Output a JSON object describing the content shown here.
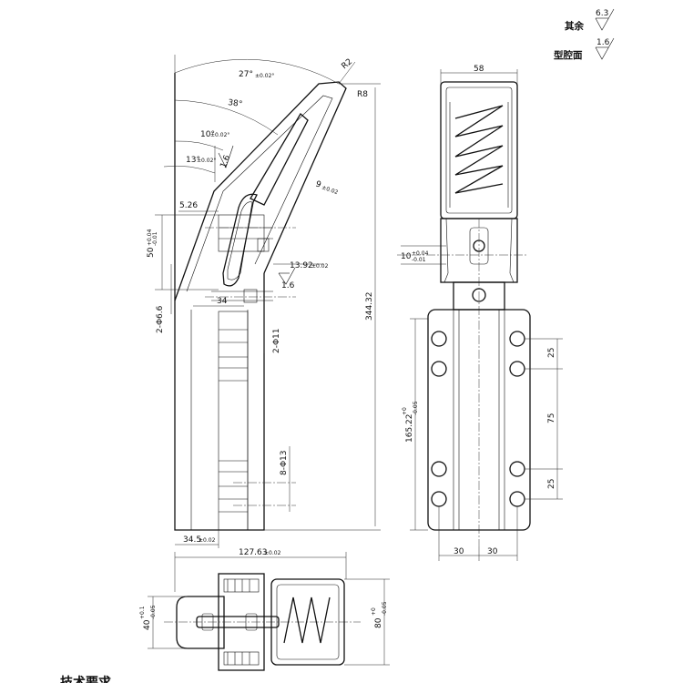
{
  "roughness": [
    {
      "label": "其余",
      "value": "6.3"
    },
    {
      "label": "型腔面",
      "value": "1.6"
    }
  ],
  "tech_requirements_heading": "技术要求",
  "dims": {
    "angle_27": "27°",
    "angle_27_tol": "±0.02°",
    "r2": "R2",
    "r8": "R8",
    "angle_38": "38°",
    "angle_10": "10°",
    "angle_10_tol": "±0.02°",
    "angle_13": "13°",
    "angle_13_tol": "±0.02°",
    "rough_side": "1.6",
    "rough_mid": "1.6",
    "d_9": "9",
    "d_9_tol": "±0.02",
    "d_5_26": "5.26",
    "d_50": "50",
    "d_50_tol_top": "+0.04",
    "d_50_tol_bot": "-0.01",
    "d_13_92": "13.92",
    "d_13_92_tol": "±0.02",
    "d_2phi6_6": "2-Φ6.6",
    "d_34": "34",
    "d_2phi11": "2-Φ11",
    "d_8phi13": "8-Φ13",
    "d_344_32": "344.32",
    "d_34_5": "34.5",
    "d_34_5_tol": "±0.02",
    "d_58": "58",
    "d_10": "10",
    "d_10_tol_top": "+0.04",
    "d_10_tol_bot": "-0.01",
    "d_165_22": "165.22",
    "d_165_22_tol_top": "+0",
    "d_165_22_tol_bot": "-0.05",
    "d_25a": "25",
    "d_75": "75",
    "d_25b": "25",
    "d_30a": "30",
    "d_30b": "30",
    "d_127_63": "127.63",
    "d_127_63_tol": "±0.02",
    "d_40": "40",
    "d_40_tol_top": "+0.1",
    "d_40_tol_bot": "-0.05",
    "d_80": "80",
    "d_80_tol_top": "+0",
    "d_80_tol_bot": "-0.05"
  }
}
